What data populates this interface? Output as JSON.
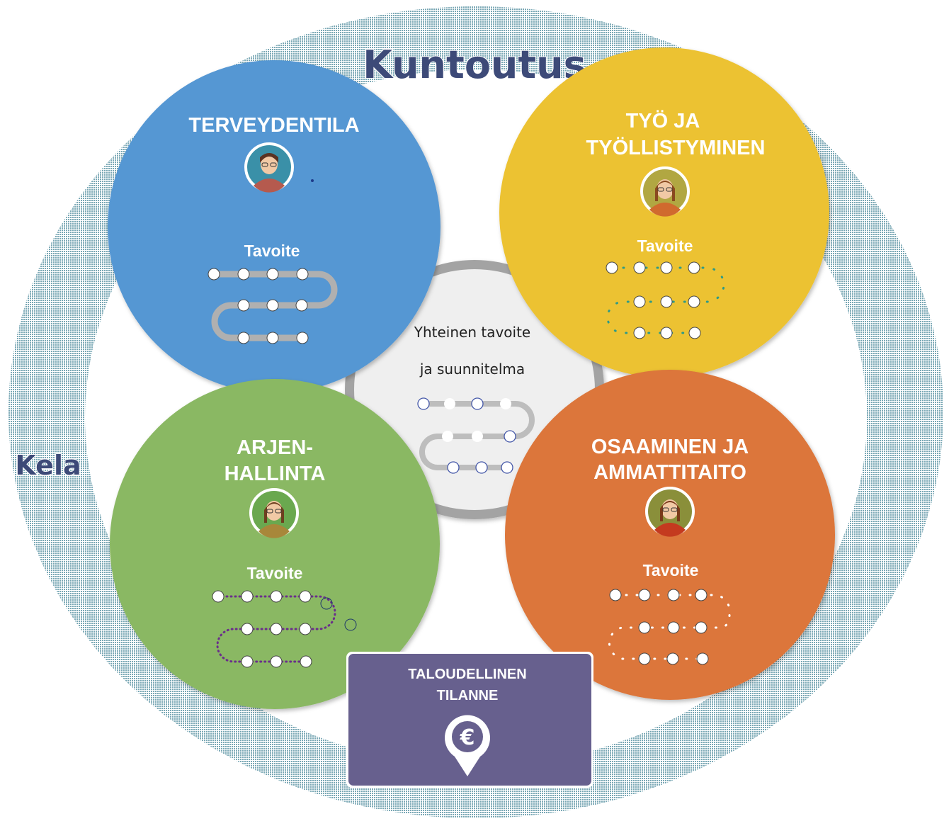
{
  "outer_title": "Kuntoutus",
  "side_label": "Kela",
  "center": {
    "line1": "Yhteinen tavoite",
    "line2": "ja suunnitelma"
  },
  "domains": [
    {
      "id": "health",
      "line1": "TERVEYDENTILA",
      "line2": "",
      "goal": "Tavoite",
      "color": "#5597d3"
    },
    {
      "id": "work",
      "line1": "TYÖ JA",
      "line2": "TYÖLLISTYMINEN",
      "goal": "Tavoite",
      "color": "#ecc232"
    },
    {
      "id": "daily",
      "line1": "ARJEN-",
      "line2": "HALLINTA",
      "goal": "Tavoite",
      "color": "#8ab864"
    },
    {
      "id": "skills",
      "line1": "OSAAMINEN JA",
      "line2": "AMMATTITAITO",
      "goal": "Tavoite",
      "color": "#dc763a"
    }
  ],
  "finance": {
    "line1": "TALOUDELLINEN",
    "line2": "TILANNE",
    "icon": "euro-pin-icon",
    "color": "#67608e"
  },
  "colors": {
    "ring": "#7aa8b5",
    "title_fill": "#3d4a78",
    "path_gray": "#a9a9a9",
    "path_purple": "#6a2f8a",
    "dots_teal": "#2e9a86"
  }
}
